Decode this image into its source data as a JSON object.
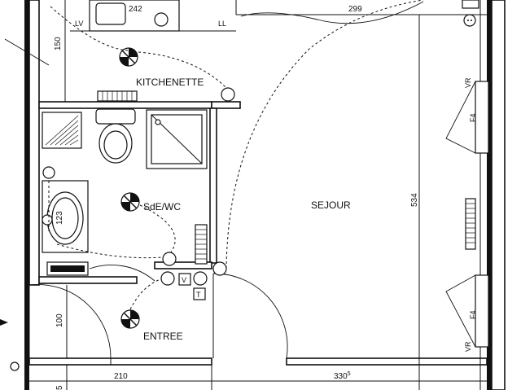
{
  "rooms": {
    "kitchenette": "KITCHENETTE",
    "bathroom": "SdE/WC",
    "living": "SEJOUR",
    "entry": "ENTREE"
  },
  "dimensions": {
    "top": "299",
    "top_left": "242",
    "kitchen_height": "150",
    "living_height": "534",
    "bath_width": "123",
    "entry_height": "100",
    "bottom_left": "210",
    "bottom_right_main": "330",
    "bottom_right_sup": "5",
    "bottom_left_edge": "5"
  },
  "symbols": {
    "lv": "LV",
    "ll": "LL",
    "vr_top": "VR",
    "f4_top": "F4",
    "vr_bottom": "VR",
    "f4_bottom": "F4",
    "v": "V",
    "t": "T"
  },
  "icons": [
    "light-point-icon",
    "socket-icon",
    "radiator-icon",
    "window-icon",
    "shower-icon",
    "toilet-icon",
    "washbasin-icon",
    "door-icon"
  ]
}
